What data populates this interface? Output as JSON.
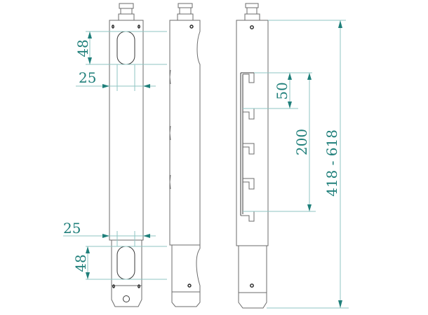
{
  "drawing": {
    "title": "Telescopic tube technical drawing",
    "views": [
      "front",
      "side",
      "rear-with-rack"
    ],
    "colors": {
      "outline": "#6b6b6b",
      "dimension_line": "#8fc6c3",
      "dimension_text": "#1f7f7a",
      "arrow": "#1f7f7a"
    }
  },
  "dimensions": {
    "slot_height_top": "48",
    "slot_width_top": "25",
    "slot_width_bottom": "25",
    "slot_height_bottom": "48",
    "rack_step": "50",
    "rack_span": "200",
    "total_length": "418 - 618"
  }
}
